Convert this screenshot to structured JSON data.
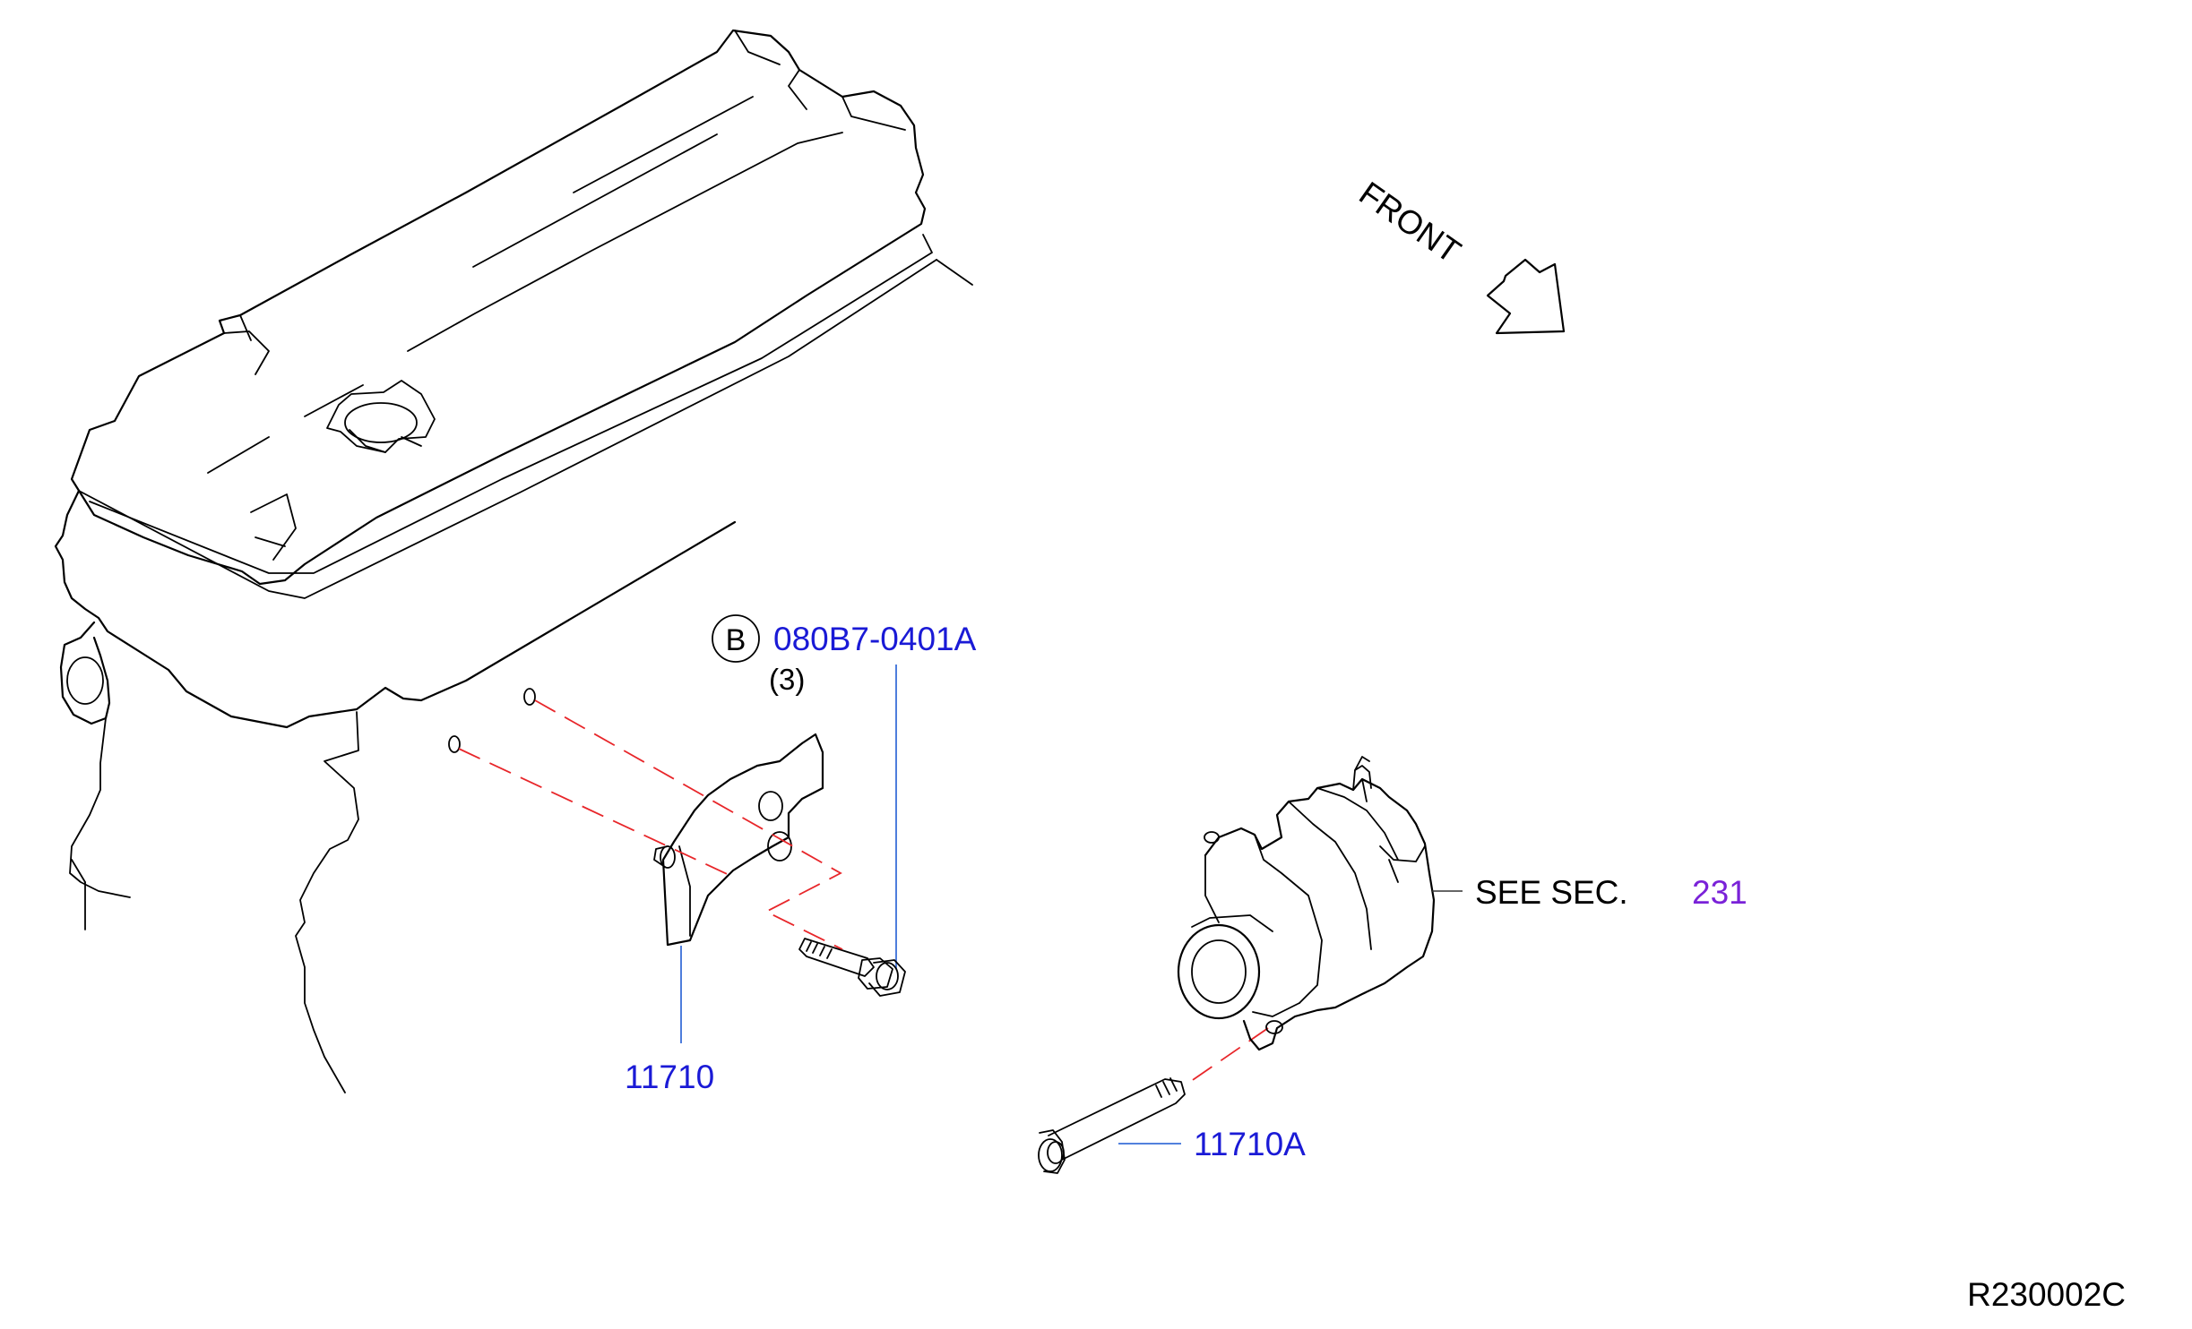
{
  "labels": {
    "front": "FRONT",
    "bolt_ref_circle": "B",
    "bolt_part_no": "080B7-0401A",
    "bolt_qty": "(3)",
    "bracket_part_no": "11710",
    "through_bolt_part_no": "11710A",
    "see_sec_text": "SEE  SEC.",
    "see_sec_no": "231",
    "diagram_id": "R230002C"
  },
  "colors": {
    "part_number": "#1a1ad6",
    "section_ref": "#7a22d8",
    "leader": "#3a6fd8",
    "hidden_line": "#e8262a",
    "line_art": "#000000"
  }
}
